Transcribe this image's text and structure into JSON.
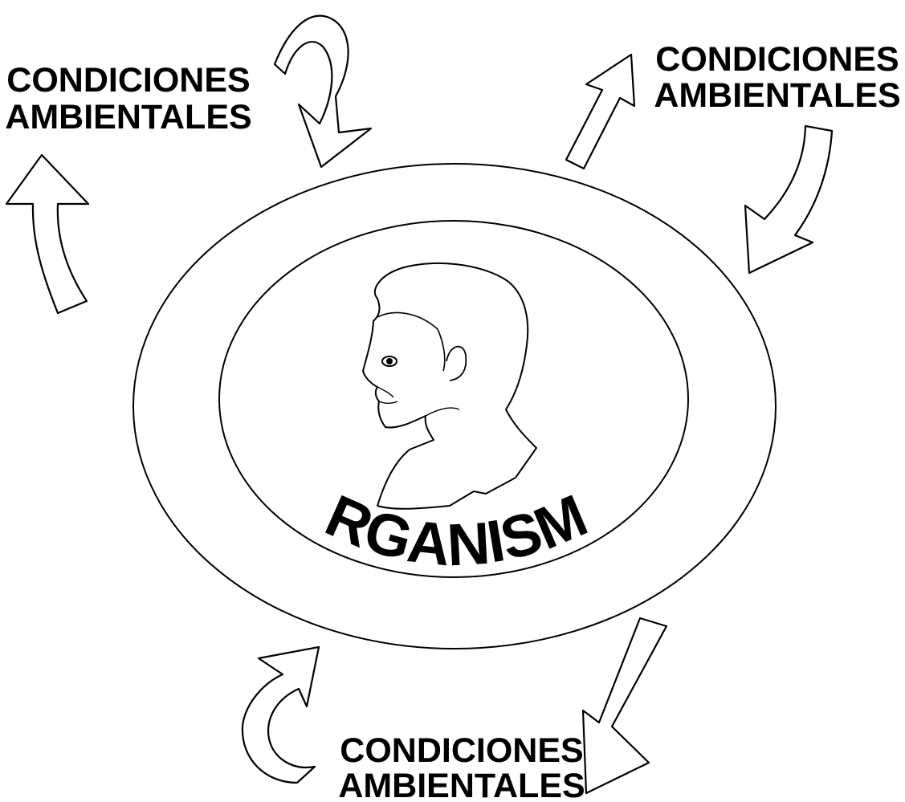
{
  "diagram": {
    "environment_labels": [
      {
        "line1": "CONDICIONES",
        "line2": "AMBIENTALES"
      },
      {
        "line1": "CONDICIONES",
        "line2": "AMBIENTALES"
      },
      {
        "line1": "CONDICIONES",
        "line2": "AMBIENTALES"
      }
    ],
    "organism_label": "ORGANISMO",
    "colors": {
      "ink": "#000000",
      "paper": "#ffffff"
    }
  }
}
